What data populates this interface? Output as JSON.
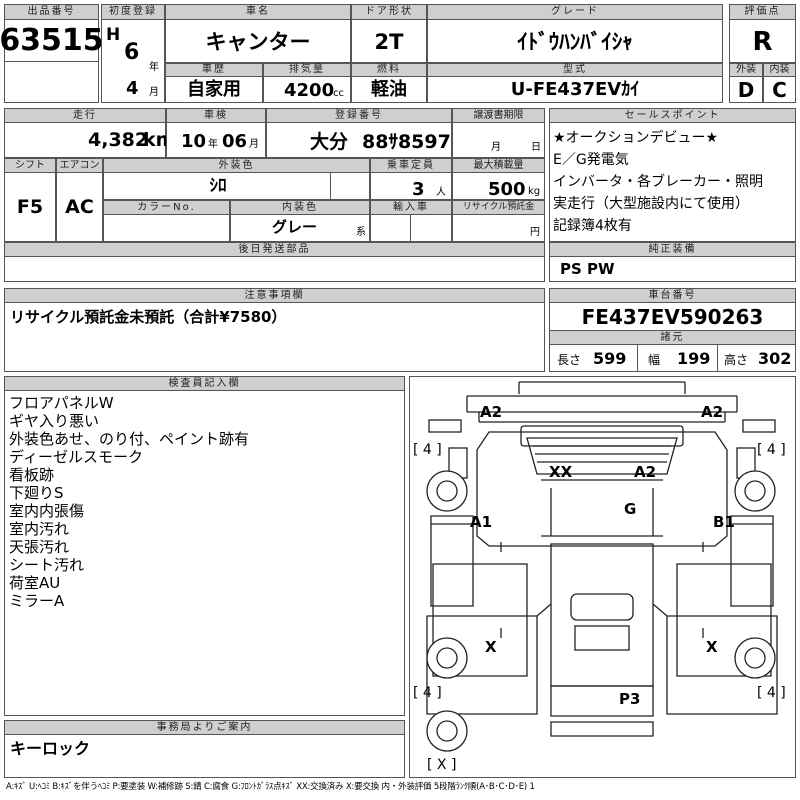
{
  "headers": {
    "lot_no": "出品番号",
    "first_reg": "初度登録",
    "car_name": "車名",
    "door": "ドア形状",
    "grade": "グレード",
    "score": "評価点",
    "history": "車歴",
    "displacement": "排気量",
    "fuel": "燃料",
    "model": "型式",
    "exterior": "外装",
    "interior": "内装",
    "mileage": "走行",
    "inspection": "車検",
    "reg_no": "登録番号",
    "transfer_docs": "譲渡書期限",
    "shift": "シフト",
    "ac": "エアコン",
    "ext_color": "外装色",
    "capacity": "乗車定員",
    "max_load": "最大積載量",
    "color_no": "カラーNo.",
    "int_color": "内装色",
    "import": "輸入車",
    "recycle_fee": "リサイクル預託金",
    "later_parts": "後日発送部品",
    "sales_points": "セールスポイント",
    "genuine": "純正装備",
    "notes": "注意事項欄",
    "chassis_no": "車台番号",
    "specs": "諸元",
    "inspector": "検査員記入欄",
    "office": "事務局よりご案内"
  },
  "lot_no": "63515",
  "era_letter": "H",
  "first_reg_year": "6",
  "first_reg_month": "4",
  "units": {
    "year": "年",
    "month": "月",
    "cc": "cc",
    "km": "km",
    "ninn": "人",
    "kg": "kg",
    "yen": "円",
    "kei": "系",
    "year2": "年",
    "month2": "月",
    "day_month": "月",
    "day": "日"
  },
  "car_name": "キャンター",
  "door": "2T",
  "grade": "ｲﾄﾞｳﾊﾝﾊﾞｲｼｬ",
  "score": "R",
  "history": "自家用",
  "displacement": "4200",
  "fuel": "軽油",
  "model": "U-FE437EVｶｲ",
  "exterior_score": "D",
  "interior_score": "C",
  "mileage": "4,382",
  "inspection_year": "10",
  "inspection_month": "06",
  "reg_no_place": "大分",
  "reg_no_num": "88ｻ8597",
  "shift": "F5",
  "ac": "AC",
  "ext_color": "ｼﾛ",
  "capacity": "3",
  "max_load": "500",
  "int_color": "グレー",
  "sales_points": [
    "★オークションデビュー★",
    "E／G発電気",
    "インバータ・各ブレーカー・照明",
    "実走行（大型施設内にて使用）",
    "記録簿4枚有"
  ],
  "genuine": "PS PW",
  "notes": "リサイクル預託金未預託（合計¥7580）",
  "chassis_no": "FE437EV590263",
  "spec_length_label": "長さ",
  "spec_length": "599",
  "spec_width_label": "幅",
  "spec_width": "199",
  "spec_height_label": "高さ",
  "spec_height": "302",
  "inspector_notes": [
    "フロアパネルW",
    "ギヤ入り悪い",
    "外装色あせ、のり付、ペイント跡有",
    "ディーゼルスモーク",
    "看板跡",
    "下廻りS",
    "室内内張傷",
    "室内汚れ",
    "天張汚れ",
    "シート汚れ",
    "荷室AU",
    "ミラーA"
  ],
  "office": "キーロック",
  "diagram": {
    "marks": [
      "A2",
      "A2",
      "XX",
      "A2",
      "G",
      "A1",
      "B1",
      "X",
      "X",
      "P3"
    ],
    "tires": [
      "[ 4 ]",
      "[ 4 ]",
      "[ 4 ]",
      "[ 4 ]",
      "[ X ]"
    ]
  },
  "legend": "A:ｷｽﾞ U:ﾍｺﾐ B:ｷｽﾞを伴うﾍｺﾐ P:要塗装 W:補修跡 S:錆 C:腐食 G:ﾌﾛﾝﾄｶﾞﾗｽ点ｷｽﾞ XX:交換済み X:要交換 内・外装評価 5段階ﾗﾝｸ順(A･B･C･D･E) 1"
}
